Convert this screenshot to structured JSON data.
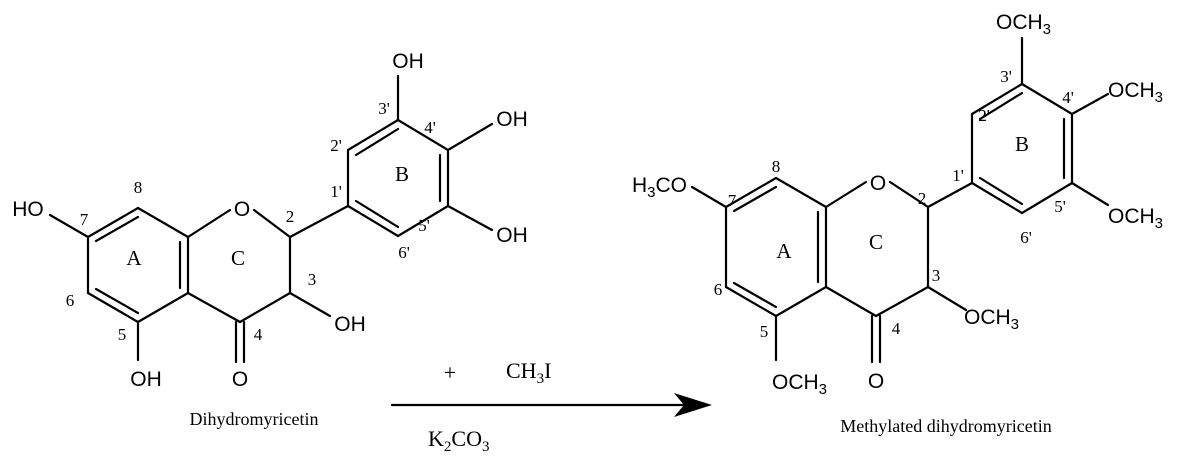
{
  "reaction": {
    "reactant": {
      "name": "Dihydromyricetin",
      "substituents": {
        "o7": "HO",
        "o5": "OH",
        "o3": "OH",
        "o4c": "O",
        "ring_o": "O",
        "o3p": "OH",
        "o4p": "OH",
        "o5p": "OH"
      },
      "positions": {
        "p2": "2",
        "p3": "3",
        "p4": "4",
        "p5": "5",
        "p6": "6",
        "p7": "7",
        "p8": "8",
        "p1p": "1'",
        "p2p": "2'",
        "p3p": "3'",
        "p4p": "4'",
        "p5p": "5'",
        "p6p": "6'"
      },
      "rings": {
        "a": "A",
        "b": "B",
        "c": "C"
      }
    },
    "reagents": {
      "plus": "+",
      "methyl_iodide": {
        "pre": "CH",
        "sub": "3",
        "post": "I"
      },
      "base": {
        "k": "K",
        "k_sub": "2",
        "co": "CO",
        "co_sub": "3"
      }
    },
    "product": {
      "name": "Methylated dihydromyricetin",
      "substituents": {
        "ome": "OCH",
        "ome_sub": "3",
        "h3co_h": "H",
        "h3co_sub": "3",
        "h3co_rest": "CO",
        "o4c": "O",
        "ring_o": "O"
      },
      "positions": {
        "p2": "2",
        "p3": "3",
        "p4": "4",
        "p5": "5",
        "p6": "6",
        "p7": "7",
        "p8": "8",
        "p1p": "1'",
        "p2p": "2'",
        "p3p": "3'",
        "p4p": "4'",
        "p5p": "5'",
        "p6p": "6'"
      },
      "rings": {
        "a": "A",
        "b": "B",
        "c": "C"
      }
    }
  }
}
